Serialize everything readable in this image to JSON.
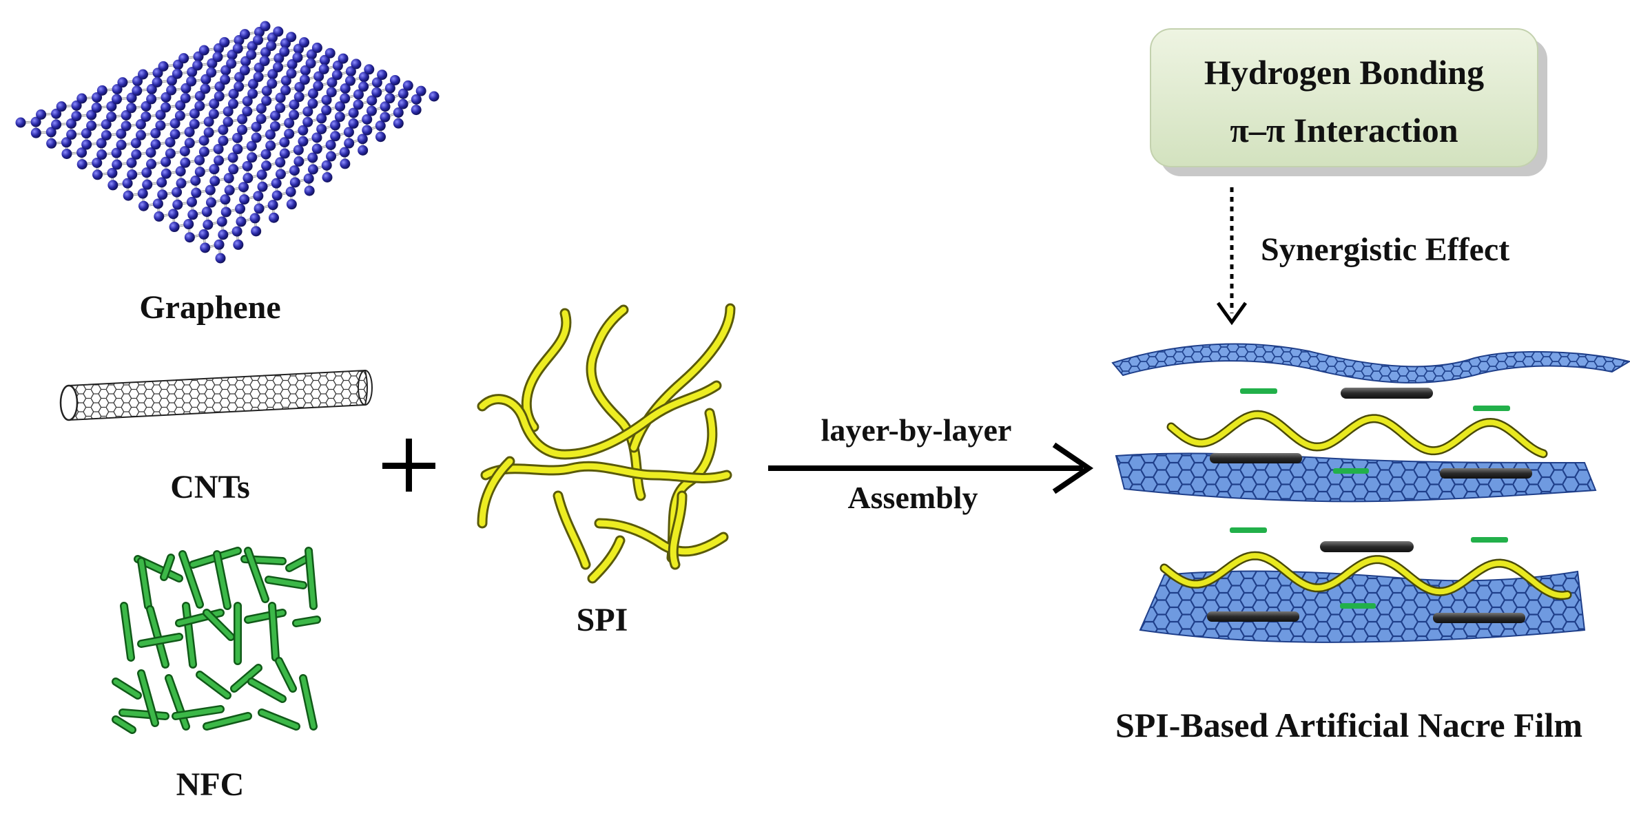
{
  "labels": {
    "graphene": "Graphene",
    "cnts": "CNTs",
    "nfc": "NFC",
    "plus": "+",
    "spi": "SPI",
    "arrow_top": "layer-by-layer",
    "arrow_bottom": "Assembly",
    "box_line1": "Hydrogen Bonding",
    "box_line2": "π–π  Interaction",
    "synergy": "Synergistic Effect",
    "result": "SPI-Based Artificial Nacre Film"
  },
  "colors": {
    "graphene_atom": "#2a2aa8",
    "sheet_blue": "#4d7fd1",
    "sheet_edge": "#1f3f8a",
    "spi_yellow": "#e6e619",
    "spi_edge": "#6b6b10",
    "nfc_green": "#2e9e3a",
    "cnt_dark": "#4a4a4a",
    "box_fill": "#dfe9cf"
  },
  "icons": [
    "graphene-sheet-icon",
    "carbon-nanotube-icon",
    "nfc-rods-icon",
    "spi-chains-icon",
    "nacre-film-icon"
  ]
}
